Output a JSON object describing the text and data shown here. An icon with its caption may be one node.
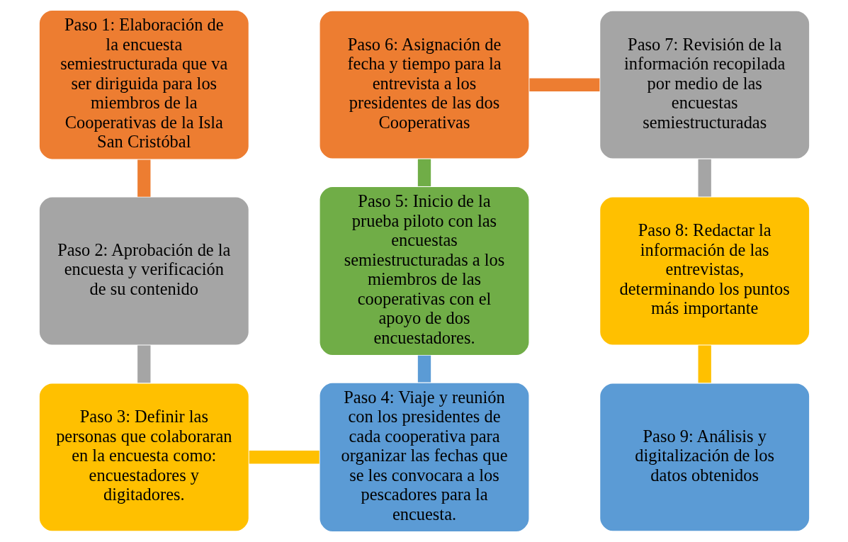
{
  "diagram": {
    "nodes": [
      {
        "text": [
          "Paso 1: Elaboración de la encuesta semiestructurada que va ser diriguida para los miembros de la Cooperativas de la Isla San Cristóbal"
        ]
      },
      {
        "text": [
          "Paso 2: Aprobación de la encuesta y verificación de su contenido"
        ]
      },
      {
        "text": [
          "Paso 3: Definir las personas que colaboraran en la encuesta como: encuestadores y digitadores."
        ]
      },
      {
        "text": [
          "Paso 4: Viaje y reunión con los presidentes de cada cooperativa para organizar las fechas que se les convocara a los pescadores para la encuesta."
        ]
      },
      {
        "text": [
          "Paso 5: Inicio de la prueba piloto con las encuestas semiestructuradas a los miembros de las cooperativas con el apoyo de dos encuestadores."
        ]
      },
      {
        "text": [
          "Paso 6: Asignación de fecha y tiempo para la entrevista a los presidentes de las dos Cooperativas"
        ]
      },
      {
        "text": [
          "Paso 7: Revisión de la información recopilada por medio de las encuestas semiestructuradas"
        ]
      },
      {
        "text": [
          "Paso 8: Redactar la información de las entrevistas, determinando los puntos más importante"
        ]
      },
      {
        "text": [
          "Paso 9: Análisis y digitalización de los datos obtenidos"
        ]
      }
    ],
    "edges": [
      {
        "from": 0,
        "to": 1,
        "arrow": "none",
        "color": "#ed7d31"
      },
      {
        "from": 1,
        "to": 2,
        "arrow": "none",
        "color": "#a5a5a5"
      },
      {
        "from": 2,
        "to": 3,
        "arrow": "none",
        "color": "#ffc000"
      },
      {
        "from": 3,
        "to": 4,
        "arrow": "none",
        "color": "#5b9bd5"
      },
      {
        "from": 4,
        "to": 5,
        "arrow": "none",
        "color": "#70ad47"
      },
      {
        "from": 5,
        "to": 6,
        "arrow": "none",
        "color": "#ed7d31"
      },
      {
        "from": 6,
        "to": 7,
        "arrow": "none",
        "color": "#a5a5a5"
      },
      {
        "from": 7,
        "to": 8,
        "arrow": "none",
        "color": "#ffc000"
      }
    ]
  }
}
